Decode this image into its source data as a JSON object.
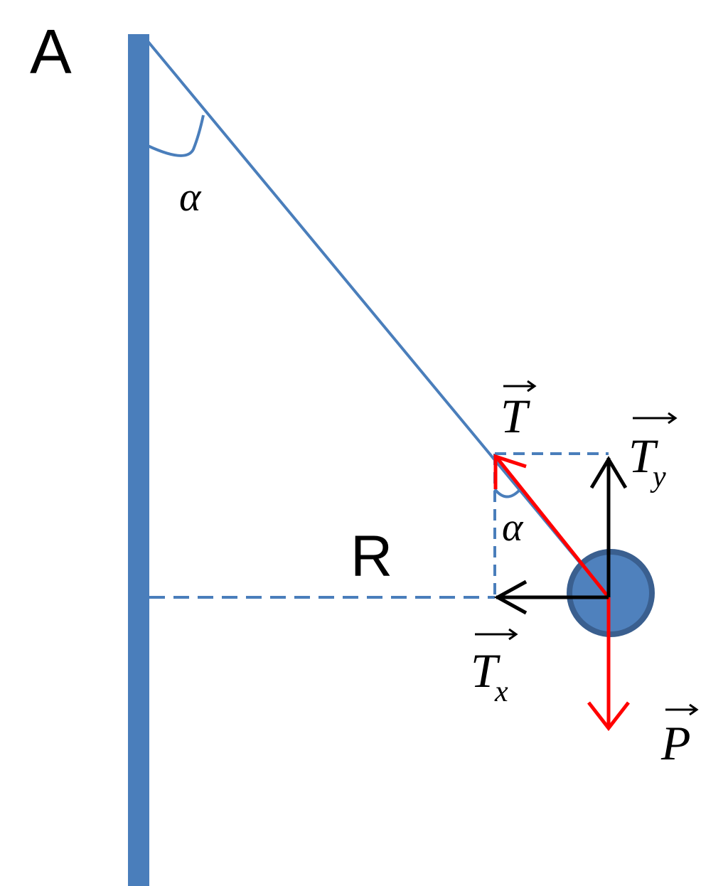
{
  "labels": {
    "point": "A",
    "radius": "R",
    "angle_top": "α",
    "angle_bottom": "α",
    "tension": "T",
    "tension_y": "T",
    "tension_y_sub": "y",
    "tension_x": "T",
    "tension_x_sub": "x",
    "weight": "P"
  },
  "colors": {
    "pole": "#4a7ebb",
    "string": "#4a7ebb",
    "ball_fill": "#4f81bd",
    "ball_stroke": "#3a5f8f",
    "force_red": "#ff0000",
    "component_black": "#000000",
    "dashed": "#4a7ebb",
    "text": "#000000"
  }
}
